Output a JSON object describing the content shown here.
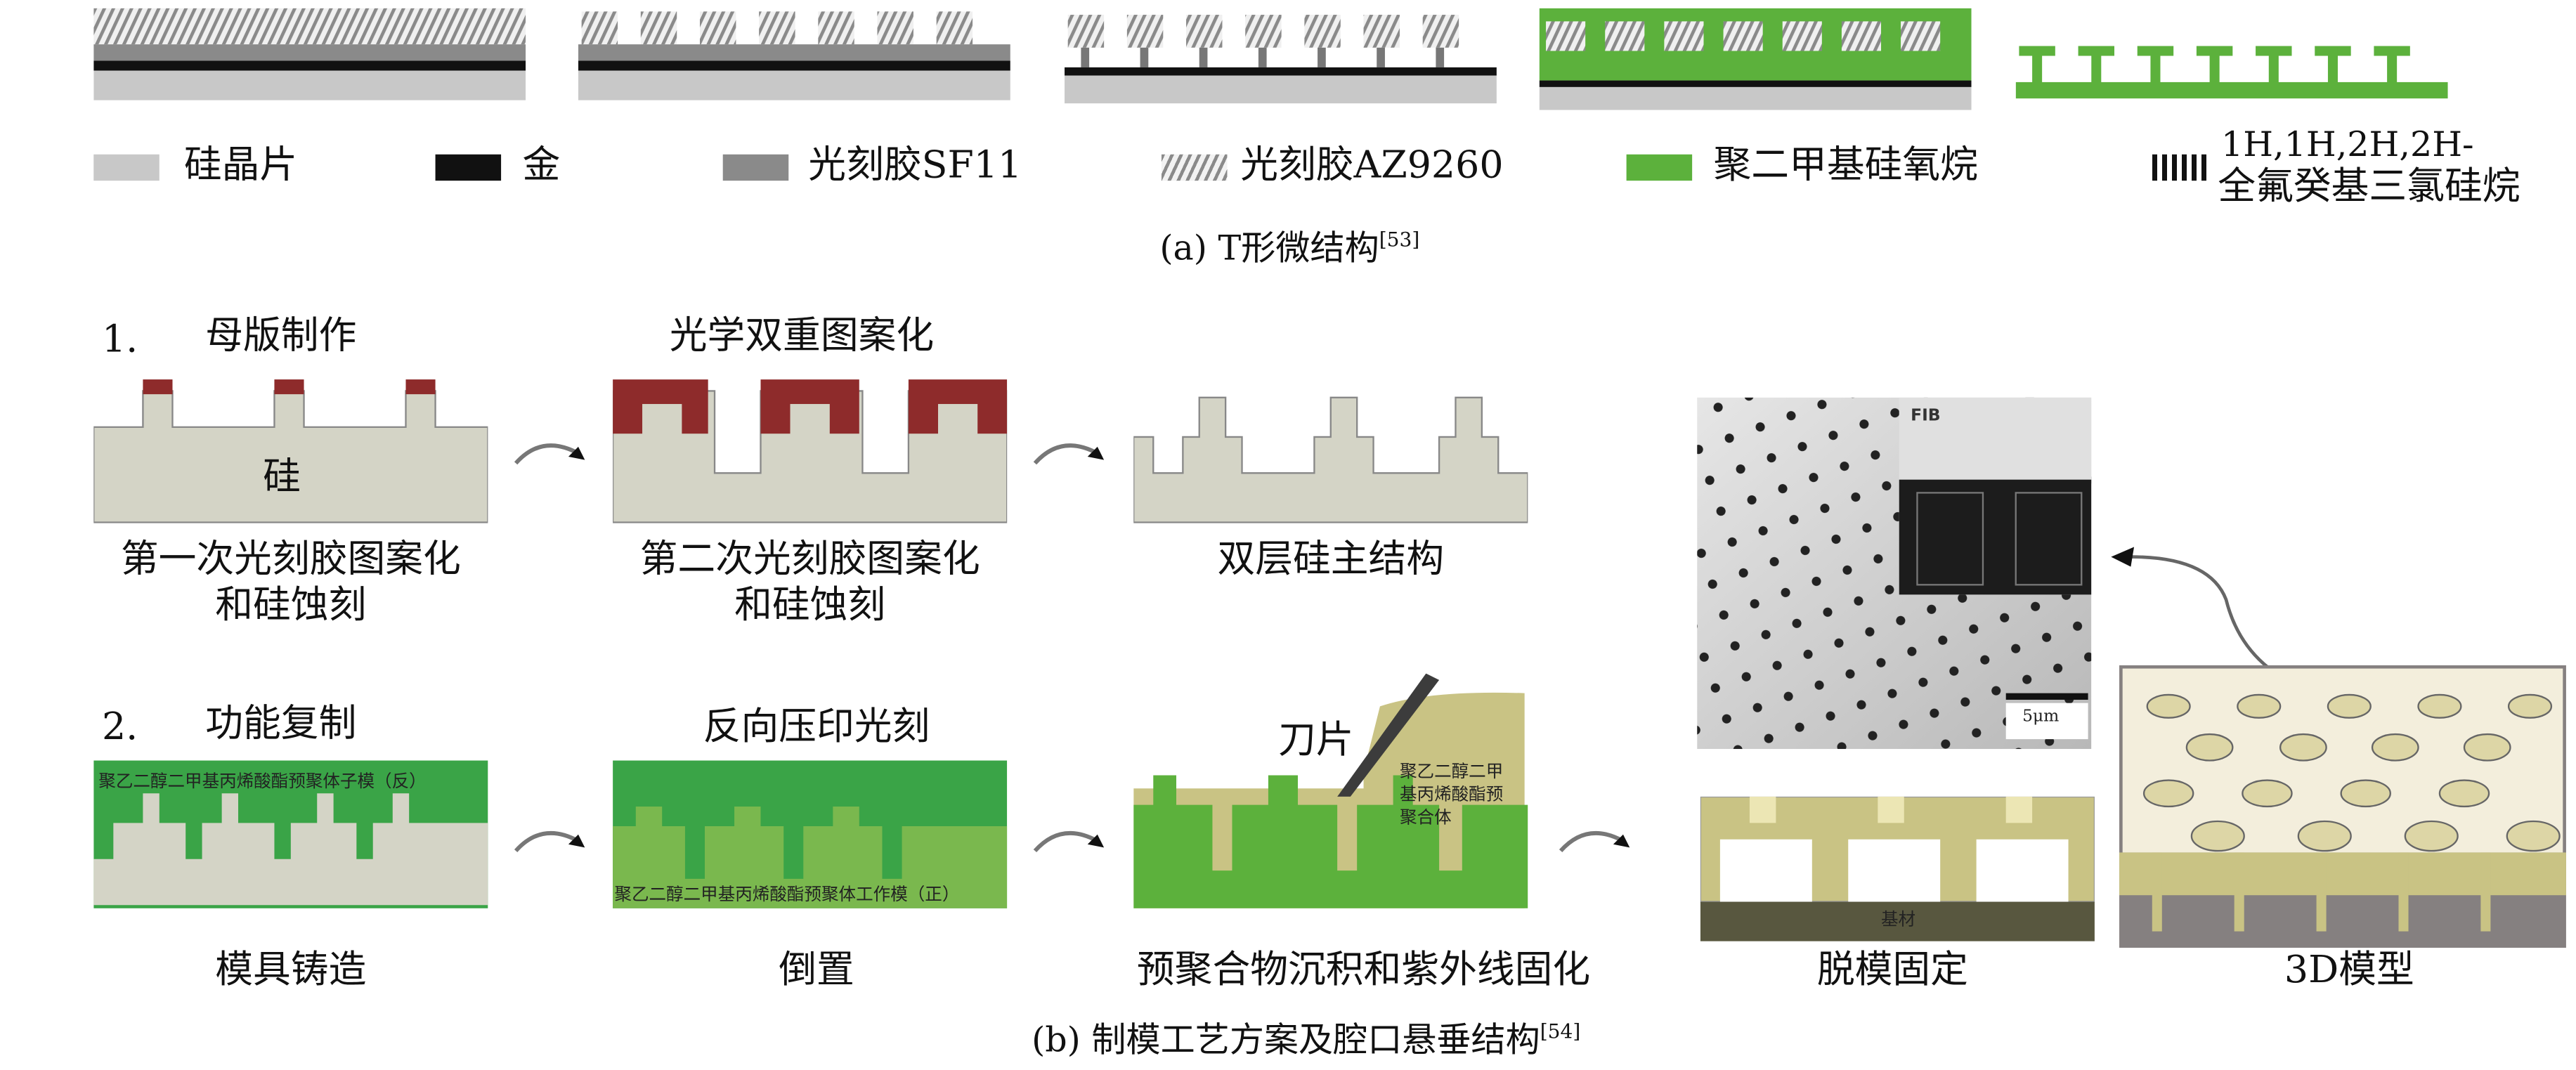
{
  "part_a": {
    "legend": [
      {
        "label": "硅晶片",
        "color": "#c8c8c8"
      },
      {
        "label": "金",
        "color": "#111111"
      },
      {
        "label": "光刻胶SF11",
        "color": "#8a8a8a"
      },
      {
        "label": "光刻胶AZ9260",
        "color": "#a0a0a0"
      },
      {
        "label": "聚二甲基硅氧烷",
        "color": "#5cb13c"
      },
      {
        "label": "1H,1H,2H,2H-",
        "label2": "全氟癸基三氯硅烷",
        "color": "#111111"
      }
    ],
    "caption": "(a) T形微结构",
    "caption_ref": "[53]"
  },
  "part_b": {
    "step1": {
      "number": "1.",
      "title": "母版制作",
      "subtitle": "光学双重图案化",
      "silicon_label": "硅",
      "labels": [
        "第一次光刻胶图案化",
        "和硅蚀刻",
        "第二次光刻胶图案化",
        "和硅蚀刻",
        "双层硅主结构"
      ]
    },
    "step2": {
      "number": "2.",
      "title": "功能复制",
      "subtitle": "反向压印光刻",
      "blade_label": "刀片",
      "inner_texts": [
        "聚乙二醇二甲基丙烯酸酯预聚体子模（反）",
        "聚乙二醇二甲基丙烯酸酯预聚体工作模（正）",
        "聚乙二醇二甲",
        "基丙烯酸酯预",
        "聚合体"
      ],
      "labels": [
        "模具铸造",
        "倒置",
        "预聚合物沉积和紫外线固化",
        "脱模固定",
        "3D模型"
      ]
    },
    "sem": {
      "inset_label": "FIB",
      "scale_bar": "5μm"
    },
    "substrate_label": "基材",
    "caption": "(b) 制模工艺方案及腔口悬垂结构",
    "caption_ref": "[54]"
  },
  "colors": {
    "silicon": "#d4d4c6",
    "resist_red": "#8e2b2b",
    "green_dark": "#3aa447",
    "green_light": "#7ab84e",
    "beige": "#c9c384",
    "pdms": "#5cb13c"
  }
}
